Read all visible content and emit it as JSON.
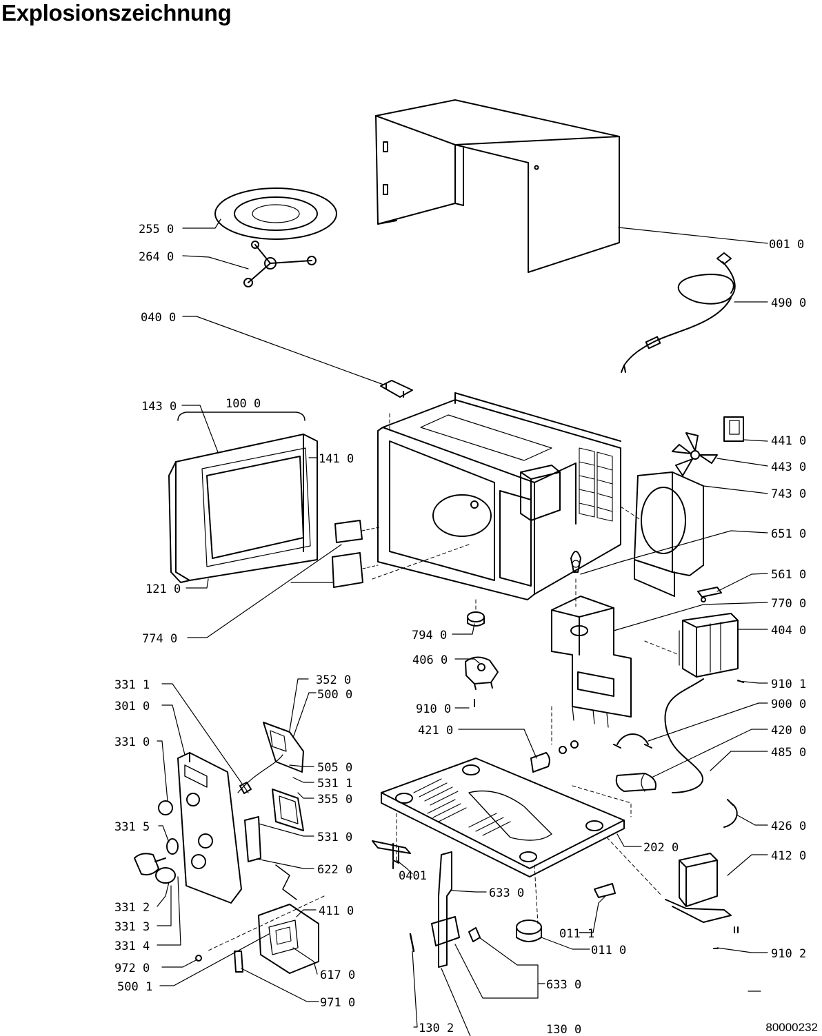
{
  "title": "Explosionszeichnung",
  "document_number": "80000232",
  "parts": [
    "255 0",
    "264 0",
    "001 0",
    "490 0",
    "040 0",
    "143 0",
    "100 0",
    "141 0",
    "121 0",
    "774 0",
    "441 0",
    "443 0",
    "743 0",
    "651 0",
    "561 0",
    "770 0",
    "404 0",
    "910 1",
    "794 0",
    "406 0",
    "910 0",
    "352 0",
    "500 0",
    "331 1",
    "301 0",
    "331 0",
    "505 0",
    "531 1",
    "355 0",
    "531 0",
    "331 5",
    "622 0",
    "331 2",
    "331 3",
    "331 4",
    "972 0",
    "500 1",
    "411 0",
    "617 0",
    "971 0",
    "421 0",
    "900 0",
    "420 0",
    "485 0",
    "426 0",
    "202 0",
    "412 0",
    "0401",
    "633 0",
    "011 1",
    "011 0",
    "910 2",
    "633 0",
    "130 2",
    "130 0"
  ]
}
